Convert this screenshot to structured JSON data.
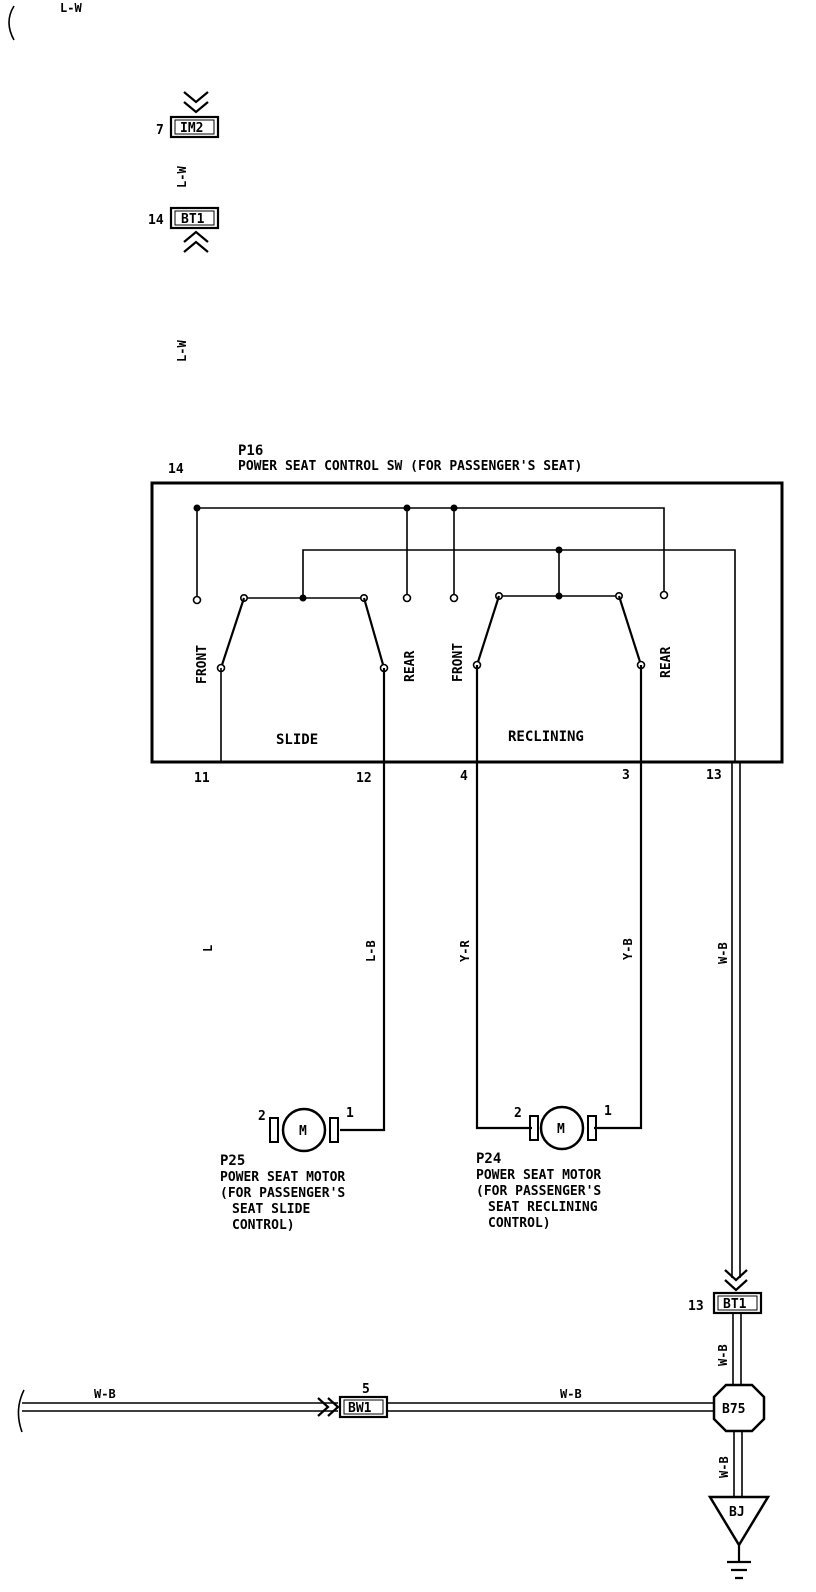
{
  "top_wire_label": "L-W",
  "connectors": {
    "im2": {
      "pin": "7",
      "label": "IM2"
    },
    "bt1_upper": {
      "pin": "14",
      "label": "BT1"
    },
    "bt1_lower": {
      "pin": "13",
      "label": "BT1"
    },
    "bw1": {
      "pin": "5",
      "label": "BW1"
    },
    "b75": {
      "label": "B75"
    },
    "bj": {
      "label": "BJ"
    }
  },
  "wires": {
    "l_w_1": "L-W",
    "l_w_2": "L-W",
    "l": "L",
    "l_b": "L-B",
    "y_r": "Y-R",
    "y_b": "Y-B",
    "w_b_right": "W-B",
    "w_b_bt1": "W-B",
    "w_b_ground": "W-B",
    "w_b_left": "W-B",
    "w_b_mid": "W-B"
  },
  "switch": {
    "id": "P16",
    "name": "POWER SEAT CONTROL SW (FOR PASSENGER'S SEAT)",
    "pin_top": "14",
    "pins_bottom": [
      "11",
      "12",
      "4",
      "3",
      "13"
    ],
    "slide_label": "SLIDE",
    "reclining_label": "RECLINING",
    "front_label_1": "FRONT",
    "rear_label_1": "REAR",
    "front_label_2": "FRONT",
    "rear_label_2": "REAR"
  },
  "motor_slide": {
    "id": "P25",
    "line1": "POWER SEAT MOTOR",
    "line2": "(FOR PASSENGER'S",
    "line3": "SEAT SLIDE",
    "line4": "CONTROL)",
    "symbol": "M",
    "pin_left": "2",
    "pin_right": "1"
  },
  "motor_recline": {
    "id": "P24",
    "line1": "POWER SEAT MOTOR",
    "line2": "(FOR PASSENGER'S",
    "line3": "SEAT RECLINING",
    "line4": "CONTROL)",
    "symbol": "M",
    "pin_left": "2",
    "pin_right": "1"
  }
}
